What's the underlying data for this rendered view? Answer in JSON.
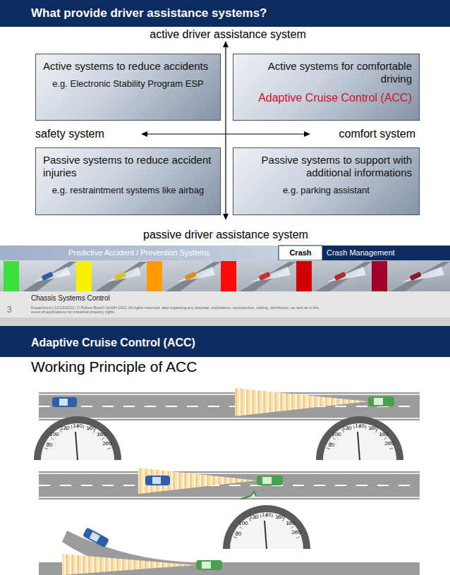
{
  "diagram": {
    "title": "What provide driver assistance systems?",
    "nodes": [
      {
        "text": [
          "Active systems to reduce accidents",
          "e.g. Electronic Stability Program ESP"
        ]
      },
      {
        "text": [
          "Active systems for comfortable driving",
          "Adaptive Cruise Control (ACC)"
        ]
      },
      {
        "text": [
          "Passive systems to reduce accident injuries",
          "e.g. restraintment systems like airbag"
        ]
      },
      {
        "text": [
          "Passive systems to support with additional informations",
          "e.g. parking assistant"
        ]
      }
    ],
    "labels": [
      "active driver assistance system",
      "safety system",
      "comfort system",
      "passive driver assistance system",
      "Predictive Accident / Prevention Systems",
      "Crash",
      "Crash Management",
      "Chassis Systems Control",
      "3",
      "Department | 12/13/2012 | © Robert Bosch GmbH 2012. All rights reserved, also regarding any disposal, exploitation, reproduction, editing, distribution, as well as in the event of applications for industrial property rights.",
      "Adaptive Cruise Control (ACC)",
      "Working Principle of ACC",
      "80",
      "100",
      "120",
      "140",
      "160",
      "180",
      "200",
      "80",
      "100",
      "120",
      "140",
      "160",
      "180",
      "200",
      "80",
      "100",
      "120",
      "140",
      "160",
      "180",
      "200"
    ]
  }
}
